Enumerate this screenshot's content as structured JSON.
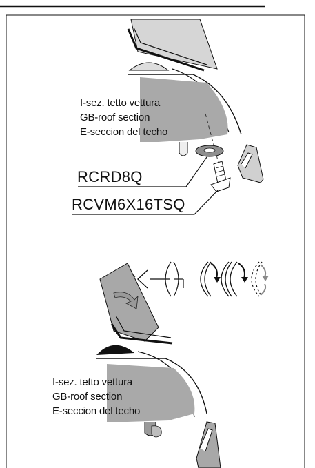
{
  "top_section": {
    "caption": [
      "I-sez. tetto vettura",
      "GB-roof section",
      "E-seccion del techo"
    ],
    "washer_code": "RCRD8Q",
    "screw_code": "RCVM6X16TSQ"
  },
  "bottom_section": {
    "caption": [
      "I-sez. tetto vettura",
      "GB-roof section",
      "E-seccion del techo"
    ]
  },
  "colors": {
    "ink": "#111111",
    "gray_fill": "#a7a7a7",
    "light_gray": "#d9d9d9",
    "arrow_gray": "#8a8a8a"
  },
  "icons": [
    "washer-icon",
    "screw-icon",
    "hex-key-icon",
    "rotation-arrow-icon"
  ]
}
